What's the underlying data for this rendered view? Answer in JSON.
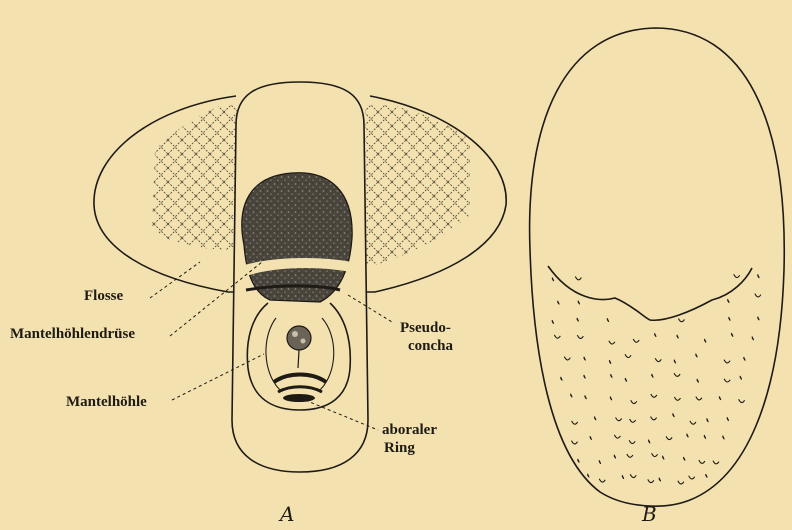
{
  "figure_a": {
    "letter": "A",
    "labels": {
      "flosse": "Flosse",
      "mantelhoehlendruese": "Mantelhöhlendrüse",
      "mantelhoehle": "Mantelhöhle",
      "pseudoconcha_1": "Pseudo-",
      "pseudoconcha_2": "concha",
      "aboraler_1": "aboraler",
      "aboraler_2": "Ring"
    }
  },
  "figure_b": {
    "letter": "B"
  },
  "colors": {
    "paper": "#f3e2b0",
    "ink": "#1e1a14",
    "gland": "#3c3830"
  }
}
